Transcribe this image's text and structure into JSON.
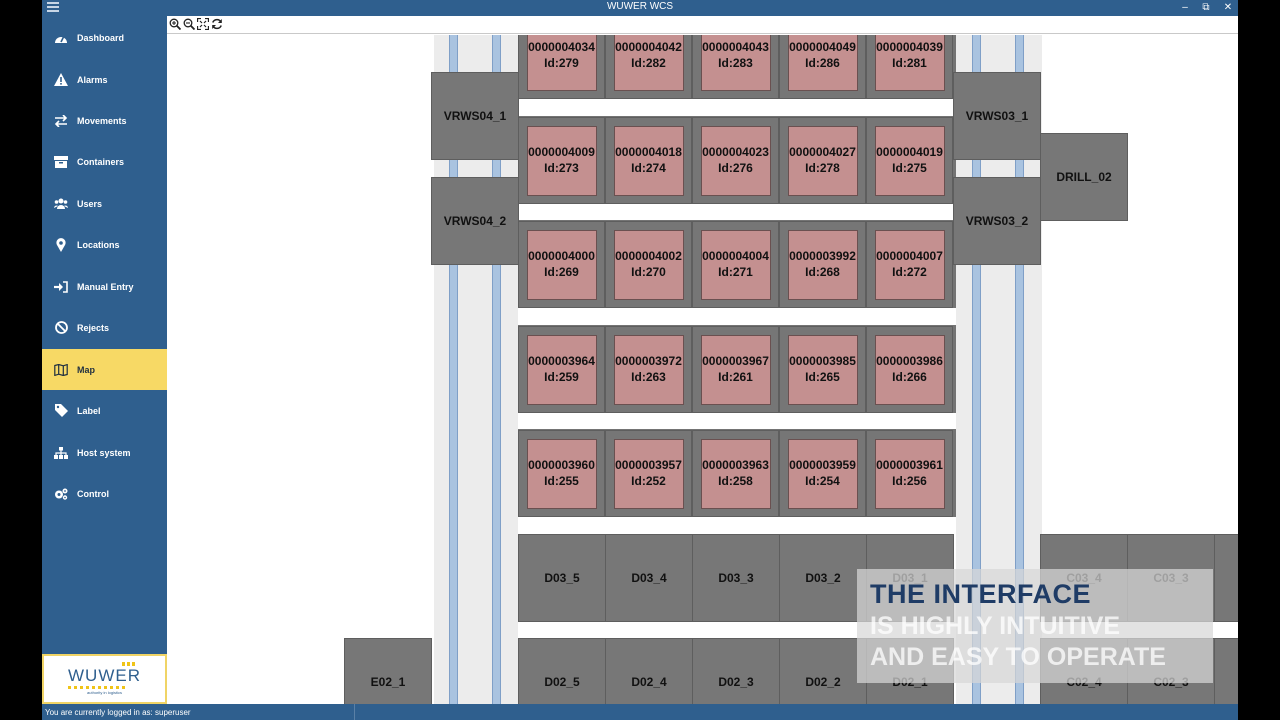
{
  "window": {
    "title": "WUWER WCS",
    "minimize": "–",
    "maximize": "⧉",
    "close": "✕"
  },
  "sidebar": {
    "items": [
      {
        "label": "Dashboard",
        "icon": "dashboard-icon"
      },
      {
        "label": "Alarms",
        "icon": "warning-icon"
      },
      {
        "label": "Movements",
        "icon": "arrows-icon"
      },
      {
        "label": "Containers",
        "icon": "box-icon"
      },
      {
        "label": "Users",
        "icon": "users-icon"
      },
      {
        "label": "Locations",
        "icon": "pin-icon"
      },
      {
        "label": "Manual Entry",
        "icon": "sign-in-icon"
      },
      {
        "label": "Rejects",
        "icon": "ban-icon"
      },
      {
        "label": "Map",
        "icon": "map-icon",
        "active": true
      },
      {
        "label": "Label",
        "icon": "tag-icon"
      },
      {
        "label": "Host system",
        "icon": "sitemap-icon"
      },
      {
        "label": "Control",
        "icon": "cogs-icon"
      }
    ],
    "logo": {
      "text": "WUWER",
      "tagline": "authority in logistics"
    }
  },
  "status": {
    "text": "You are currently logged in as: superuser"
  },
  "toolbar": {
    "zoom_in": "zoom-in-icon",
    "zoom_out": "zoom-out-icon",
    "fit": "fit-icon",
    "refresh": "refresh-icon"
  },
  "map": {
    "rack_rows": [
      [
        {
          "code": "0000004034",
          "id": "Id:279"
        },
        {
          "code": "0000004042",
          "id": "Id:282"
        },
        {
          "code": "0000004043",
          "id": "Id:283"
        },
        {
          "code": "0000004049",
          "id": "Id:286"
        },
        {
          "code": "0000004039",
          "id": "Id:281"
        }
      ],
      [
        {
          "code": "0000004009",
          "id": "Id:273"
        },
        {
          "code": "0000004018",
          "id": "Id:274"
        },
        {
          "code": "0000004023",
          "id": "Id:276"
        },
        {
          "code": "0000004027",
          "id": "Id:278"
        },
        {
          "code": "0000004019",
          "id": "Id:275"
        }
      ],
      [
        {
          "code": "0000004000",
          "id": "Id:269"
        },
        {
          "code": "0000004002",
          "id": "Id:270"
        },
        {
          "code": "0000004004",
          "id": "Id:271"
        },
        {
          "code": "0000003992",
          "id": "Id:268"
        },
        {
          "code": "0000004007",
          "id": "Id:272"
        }
      ],
      [
        {
          "code": "0000003964",
          "id": "Id:259"
        },
        {
          "code": "0000003972",
          "id": "Id:263"
        },
        {
          "code": "0000003967",
          "id": "Id:261"
        },
        {
          "code": "0000003985",
          "id": "Id:265"
        },
        {
          "code": "0000003986",
          "id": "Id:266"
        }
      ],
      [
        {
          "code": "0000003960",
          "id": "Id:255"
        },
        {
          "code": "0000003957",
          "id": "Id:252"
        },
        {
          "code": "0000003963",
          "id": "Id:258"
        },
        {
          "code": "0000003959",
          "id": "Id:254"
        },
        {
          "code": "0000003961",
          "id": "Id:256"
        }
      ]
    ],
    "stations": {
      "vrws04_1": "VRWS04_1",
      "vrws04_2": "VRWS04_2",
      "vrws03_1": "VRWS03_1",
      "vrws03_2": "VRWS03_2",
      "drill_02": "DRILL_02",
      "e02_1": "E02_1"
    },
    "d03_row": [
      "D03_5",
      "D03_4",
      "D03_3",
      "D03_2",
      "D03_1"
    ],
    "c03_row": [
      "C03_4",
      "C03_3"
    ],
    "d02_row": [
      "D02_5",
      "D02_4",
      "D02_3",
      "D02_2",
      "D02_1"
    ],
    "c02_row": [
      "C02_4",
      "C02_3"
    ]
  },
  "overlay": {
    "line1": "THE INTERFACE",
    "line2": "IS HIGHLY INTUITIVE",
    "line3": "AND EASY TO OPERATE"
  }
}
